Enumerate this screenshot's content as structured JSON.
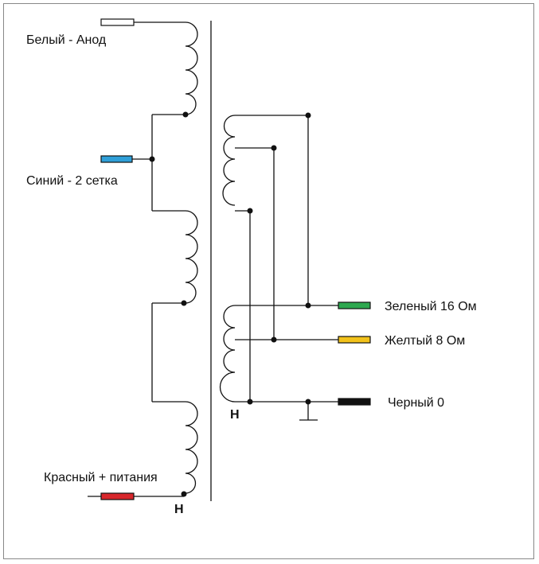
{
  "colors": {
    "wire": "#111111",
    "white": "#ffffff",
    "blue": "#2f9fd8",
    "red": "#d7262b",
    "green": "#2da84f",
    "yellow": "#f2c21b",
    "black": "#111111"
  },
  "primary": {
    "anode_label": "Белый - Анод",
    "grid2_label": "Синий - 2 сетка",
    "supply_label": "Красный + питания",
    "start_marker": "Н"
  },
  "secondary": {
    "out16_label": "Зеленый 16 Ом",
    "out8_label": "Желтый 8 Ом",
    "common_label": "Черный 0",
    "start_marker": "Н"
  }
}
